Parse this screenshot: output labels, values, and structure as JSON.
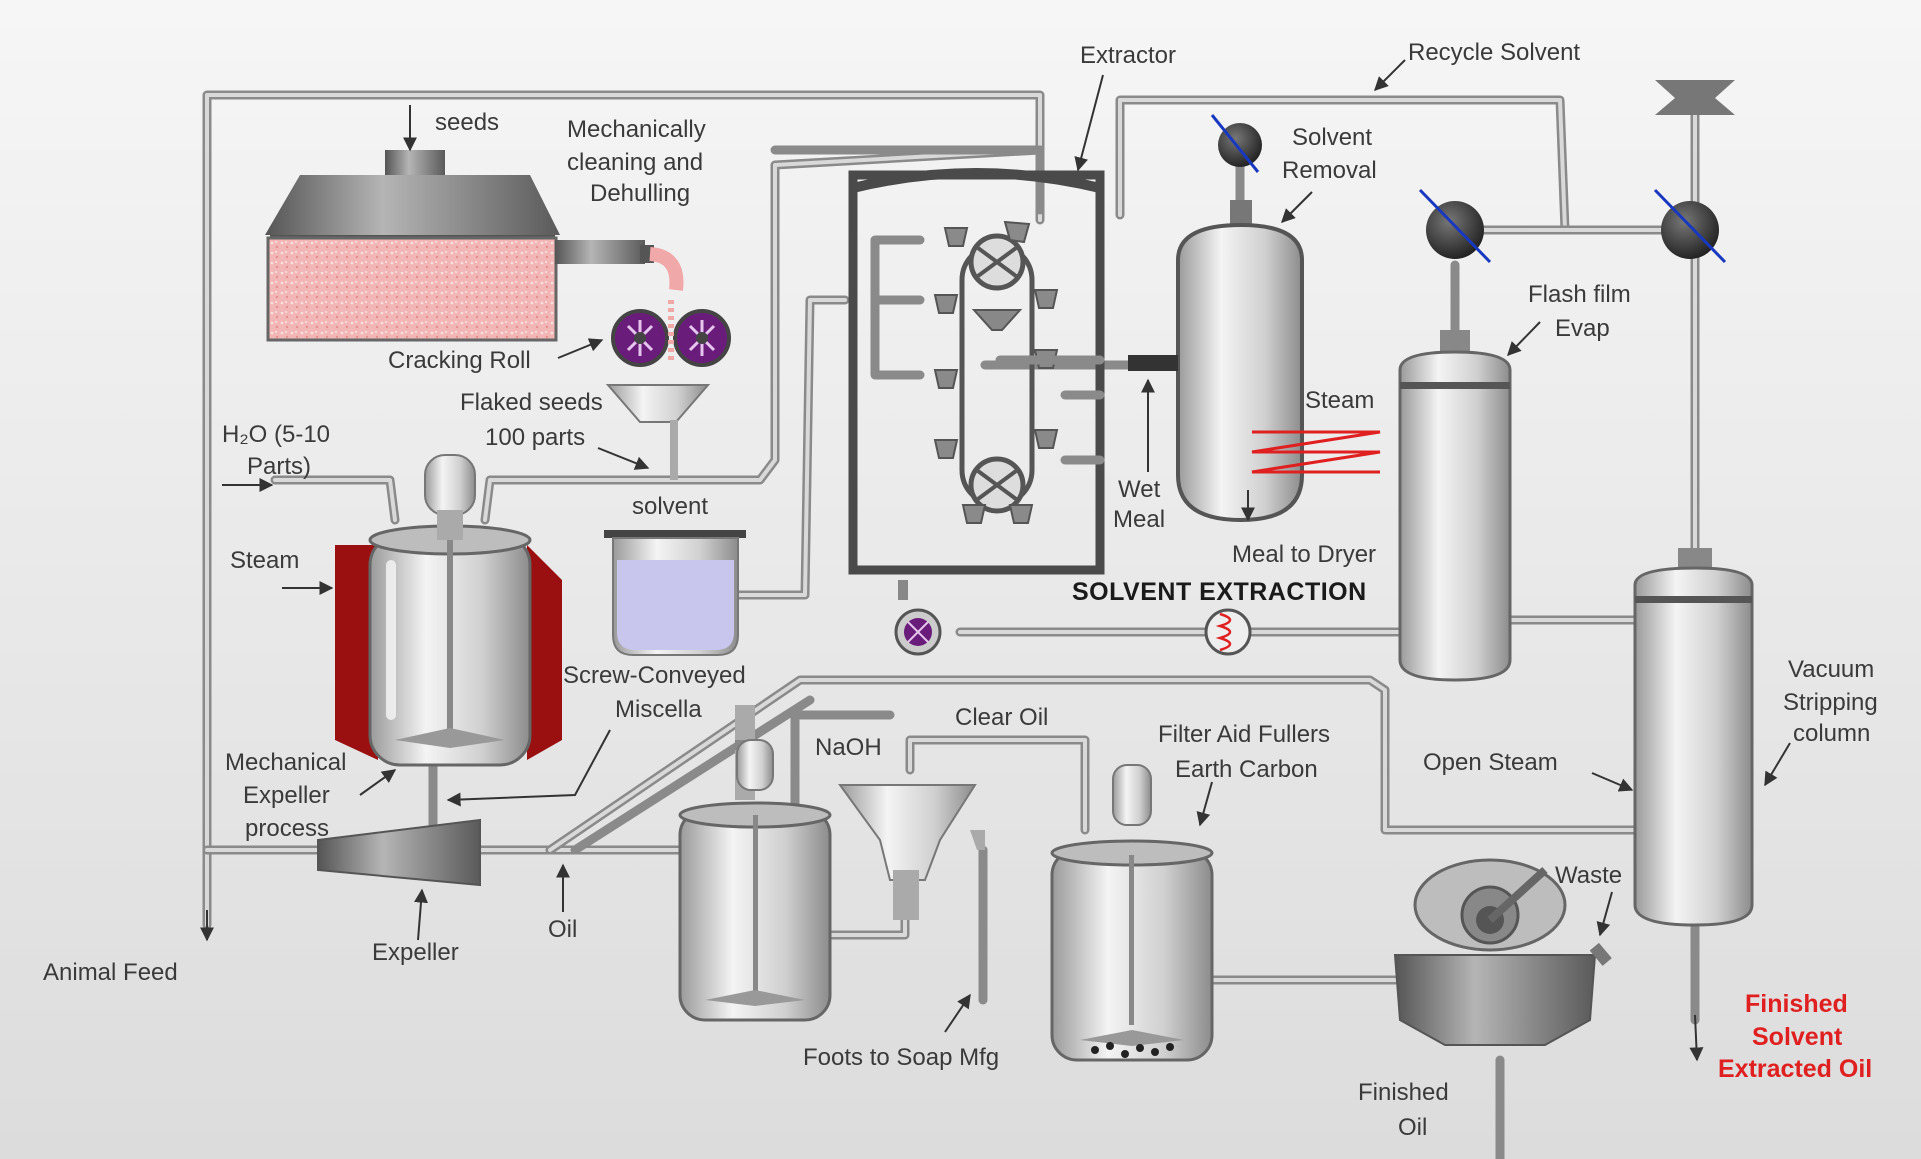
{
  "labels": {
    "seeds": "seeds",
    "mech_clean_1": "Mechanically",
    "mech_clean_2": "cleaning and",
    "mech_clean_3": "Dehulling",
    "cracking_roll": "Cracking Roll",
    "flaked_1": "Flaked seeds",
    "flaked_2": "100 parts",
    "h2o_1": "H₂O (5-10",
    "h2o_2": "Parts)",
    "steam_left": "Steam",
    "solvent": "solvent",
    "screw_1": "Screw-Conveyed",
    "screw_2": "Miscella",
    "mech_exp_1": "Mechanical",
    "mech_exp_2": "Expeller",
    "mech_exp_3": "process",
    "expeller": "Expeller",
    "oil": "Oil",
    "animal_feed": "Animal Feed",
    "extractor": "Extractor",
    "recycle_solvent": "Recycle Solvent",
    "solvent_removal_1": "Solvent",
    "solvent_removal_2": "Removal",
    "steam_right": "Steam",
    "wet_meal_1": "Wet",
    "wet_meal_2": "Meal",
    "meal_to_dryer": "Meal to Dryer",
    "solvent_extraction": "SOLVENT EXTRACTION",
    "flash_1": "Flash film",
    "flash_2": "Evap",
    "vacuum_1": "Vacuum",
    "vacuum_2": "Stripping",
    "vacuum_3": "column",
    "open_steam": "Open Steam",
    "naoh": "NaOH",
    "clear_oil": "Clear Oil",
    "filter_1": "Filter Aid Fullers",
    "filter_2": "Earth Carbon",
    "foots": "Foots to Soap Mfg",
    "waste": "Waste",
    "finished_oil_1": "Finished",
    "finished_oil_2": "Oil",
    "final_1": "Finished",
    "final_2": "Solvent",
    "final_3": "Extracted Oil"
  },
  "colors": {
    "background": "#e9e9e9",
    "pipe": "#8a8a8a",
    "steam_jacket": "#9a0f0f",
    "seed_fill": "#f3b8b8",
    "solvent_liquid": "#c9c6ee",
    "roll": "#6a1c7a",
    "heater_coil": "#e02020",
    "final_text": "#e02020"
  }
}
